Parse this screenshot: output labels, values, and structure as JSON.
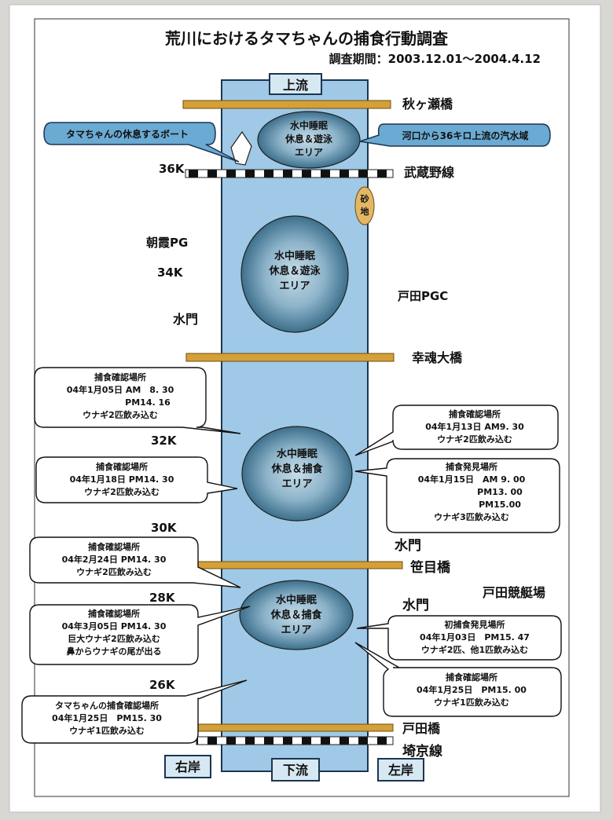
{
  "title": "荒川におけるタマちゃんの捕食行動調査",
  "period": "調査期間：2003.12.01～2004.4.12",
  "river": {
    "upstream": "上流",
    "downstream": "下流",
    "right_bank": "右岸",
    "left_bank": "左岸"
  },
  "bridges": {
    "akigase": "秋ヶ瀬橋",
    "musashino": "武蔵野線",
    "saikon": "幸魂大橋",
    "sasame": "笹目橋",
    "toda_bridge": "戸田橋",
    "saikyo": "埼京線"
  },
  "markers": {
    "k36": "36K",
    "k34": "34K",
    "k32": "32K",
    "k30": "30K",
    "k28": "28K",
    "k26": "26K"
  },
  "places": {
    "asaka_pg": "朝霞PG",
    "suimon_left_upper": "水門",
    "toda_pgc": "戸田PGC",
    "suimon_right_1": "水門",
    "suimon_right_2": "水門",
    "toda_boat": "戸田競艇場",
    "sandbar": "砂地"
  },
  "areas": [
    {
      "l1": "水中睡眠",
      "l2": "休息＆遊泳",
      "l3": "エリア"
    },
    {
      "l1": "水中睡眠",
      "l2": "休息＆遊泳",
      "l3": "エリア"
    },
    {
      "l1": "水中睡眠",
      "l2": "休息＆捕食",
      "l3": "エリア"
    },
    {
      "l1": "水中睡眠",
      "l2": "休息＆捕食",
      "l3": "エリア"
    }
  ],
  "callouts": {
    "boat": "タマちゃんの休息するボート",
    "brackish": "河口から36キロ上流の汽水域",
    "c1": [
      "捕食確認場所",
      "04年1月05日 AM　8. 30",
      "PM14. 16",
      "ウナギ2匹飲み込む"
    ],
    "c2": [
      "捕食確認場所",
      "04年1月13日 AM9. 30",
      "ウナギ2匹飲み込む"
    ],
    "c3": [
      "捕食確認場所",
      "04年1月18日 PM14. 30",
      "ウナギ2匹飲み込む"
    ],
    "c4": [
      "捕食発見場所",
      "04年1月15日　AM 9. 00",
      "PM13. 00",
      "PM15.00",
      "ウナギ3匹飲み込む"
    ],
    "c5": [
      "捕食確認場所",
      "04年2月24日 PM14. 30",
      "ウナギ2匹飲み込む"
    ],
    "c6": [
      "捕食確認場所",
      "04年3月05日 PM14. 30",
      "巨大ウナギ2匹飲み込む",
      "鼻からウナギの尾が出る"
    ],
    "c7": [
      "初捕食発見場所",
      "04年1月03日　PM15. 47",
      "ウナギ2匹、他1匹飲み込む"
    ],
    "c8": [
      "捕食確認場所",
      "04年1月25日　PM15. 00",
      "ウナギ1匹飲み込む"
    ],
    "c9": [
      "タマちゃんの捕食確認場所",
      "04年1月25日　PM15. 30",
      "ウナギ1匹飲み込む"
    ]
  },
  "colors": {
    "river": "#9fc9e6",
    "bridge": "#d4a037",
    "area_center": "#b9d3e0",
    "area_edge": "#3c6f8c",
    "label_box": "#d6e8f2",
    "bubble_blue": "#6aaad3",
    "sand": "#e3b765"
  }
}
